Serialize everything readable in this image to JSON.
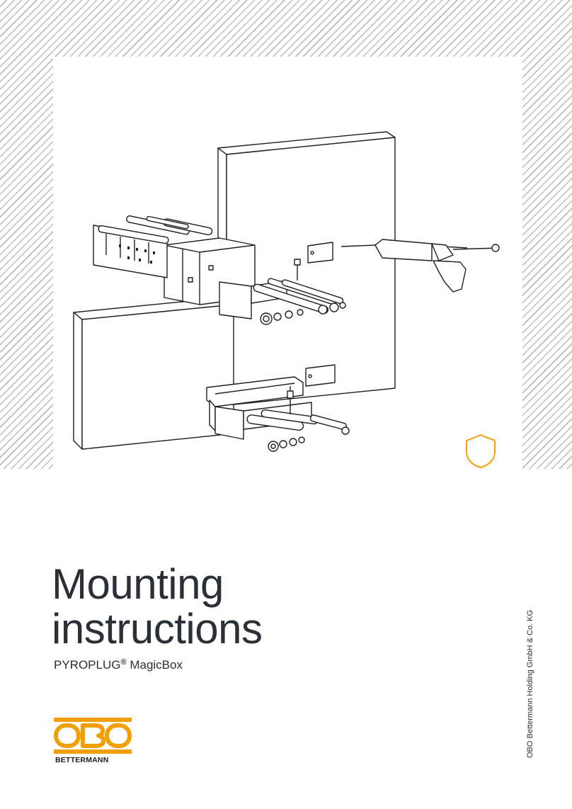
{
  "cover": {
    "title_line1": "Mounting",
    "title_line2": "instructions",
    "product_name": "PYROPLUG",
    "product_mark": "®",
    "product_variant": "MagicBox",
    "company_line": "OBO Bettermann Holding GmbH & Co. KG"
  },
  "logo": {
    "wordmark": "OBO",
    "subline": "BETTERMANN",
    "color": "#f29f05"
  },
  "icons": {
    "shield": "shield-icon",
    "illustration": "fire-protection-box-illustration"
  },
  "colors": {
    "accent": "#f29f05",
    "text": "#2b2f36",
    "hatch": "#b9bcc1"
  }
}
